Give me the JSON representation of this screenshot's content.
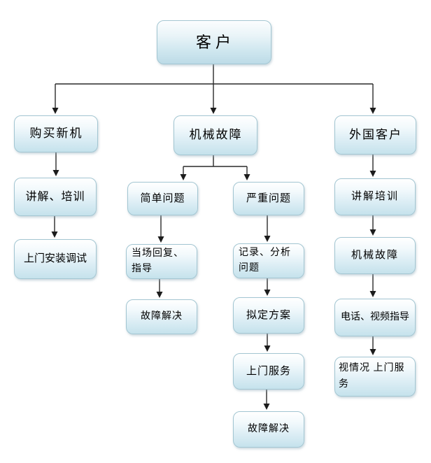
{
  "diagram": {
    "nodes": {
      "customer": "客户",
      "buy_new_machine": "购买新机",
      "mechanical_failure": "机械故障",
      "foreign_customer": "外国客户",
      "explain_training": "讲解、培训",
      "onsite_install_debug": "上门安装调试",
      "simple_problem": "简单问题",
      "severe_problem": "严重问题",
      "onspot_reply_guide": "当场回复、指导",
      "fault_solved_simple": "故障解决",
      "record_analyze_problem": "记录、分析问题",
      "draft_plan": "拟定方案",
      "onsite_service": "上门服务",
      "fault_solved_severe": "故障解决",
      "explain_training_foreign": "讲解培训",
      "mechanical_failure_foreign": "机械故障",
      "phone_video_guide": "电话、视频指导",
      "situational_onsite_service": "视情况 上门服务"
    },
    "colors": {
      "background": "#ffffff",
      "box_border": "#a3c6d2",
      "box_gradient_top": "#ffffff",
      "box_gradient_bottom": "#c5e2ec",
      "connector": "#2a2a2a",
      "text": "#000000"
    }
  }
}
